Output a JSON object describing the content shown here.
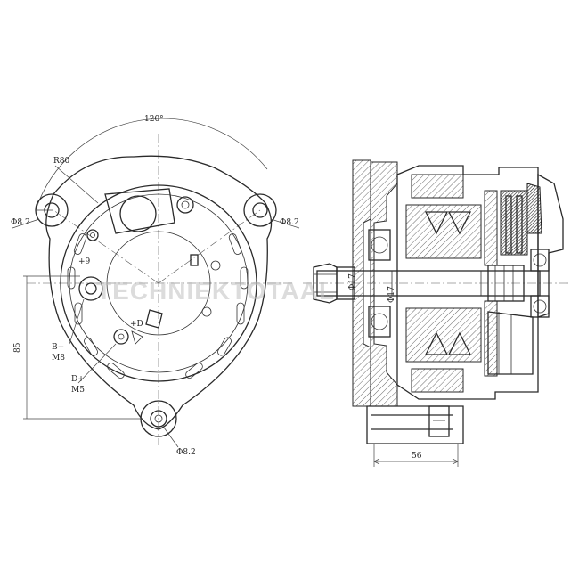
{
  "watermark": "TECHNIEKTOTAAL",
  "front_view": {
    "labels": {
      "angle": "120°",
      "mount_radius": "R80",
      "left_hole": "Φ8.2",
      "right_hole": "Φ8.2",
      "bottom_hole": "Φ8.2",
      "positive": "+9",
      "b_plus": "B+",
      "b_plus_thread": "M8",
      "d_plus": "D+",
      "d_plus_thread": "M5",
      "plus_d": "+D",
      "dim_height": "85"
    }
  },
  "section_view": {
    "labels": {
      "shaft_dia": "Φ17",
      "bearing_dia": "Φ17",
      "dim_width": "56"
    }
  }
}
